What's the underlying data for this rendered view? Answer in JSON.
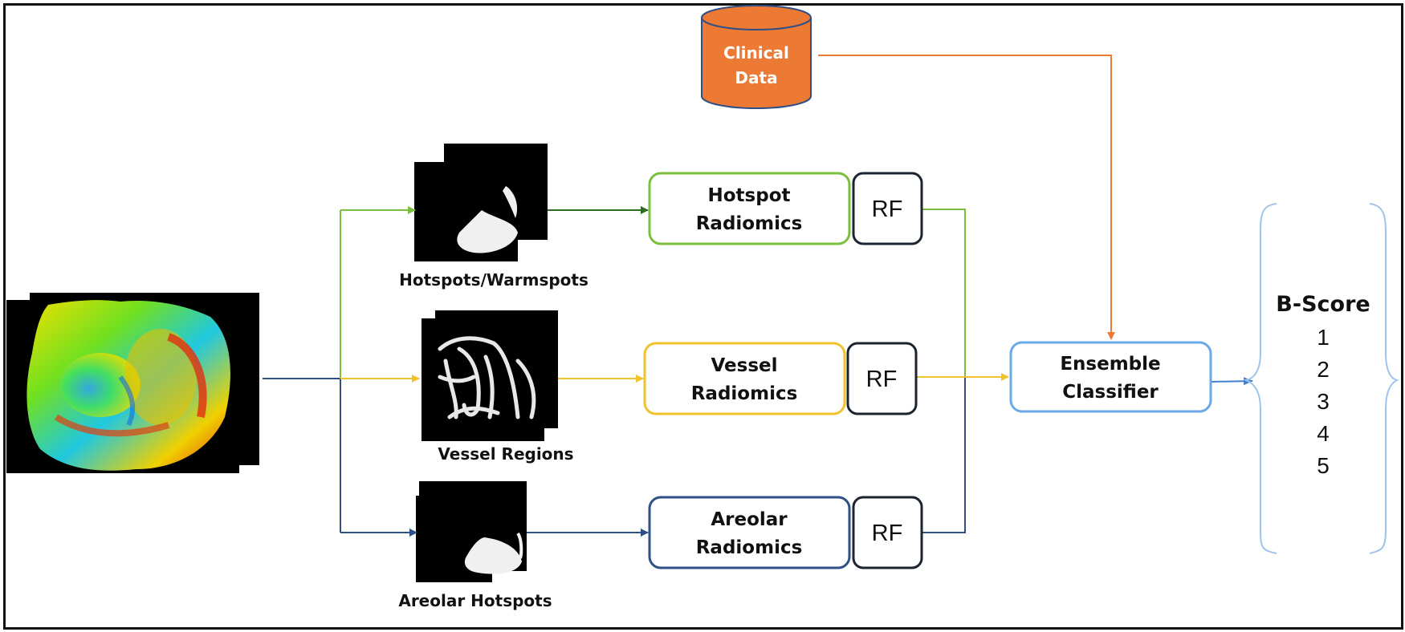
{
  "clinical": {
    "line1": "Clinical",
    "line2": "Data"
  },
  "image_labels": {
    "hotspots": "Hotspots/Warmspots",
    "vessels": "Vessel Regions",
    "areolar": "Areolar Hotspots"
  },
  "radiomics": {
    "hotspot": {
      "line1": "Hotspot",
      "line2": "Radiomics"
    },
    "vessel": {
      "line1": "Vessel",
      "line2": "Radiomics"
    },
    "areolar": {
      "line1": "Areolar",
      "line2": "Radiomics"
    }
  },
  "rf_label": "RF",
  "ensemble": {
    "line1": "Ensemble",
    "line2": "Classifier"
  },
  "bscore": {
    "title": "B-Score",
    "values": [
      "1",
      "2",
      "3",
      "4",
      "5"
    ]
  },
  "colors": {
    "green": "#7bbf3f",
    "dark_green": "#2e6b22",
    "yellow": "#f2c12e",
    "dark_blue": "#2f4f86",
    "mid_blue": "#2c5fa0",
    "light_blue": "#6aaae6",
    "orange": "#ec7a35",
    "brace": "#9fc4ec"
  }
}
